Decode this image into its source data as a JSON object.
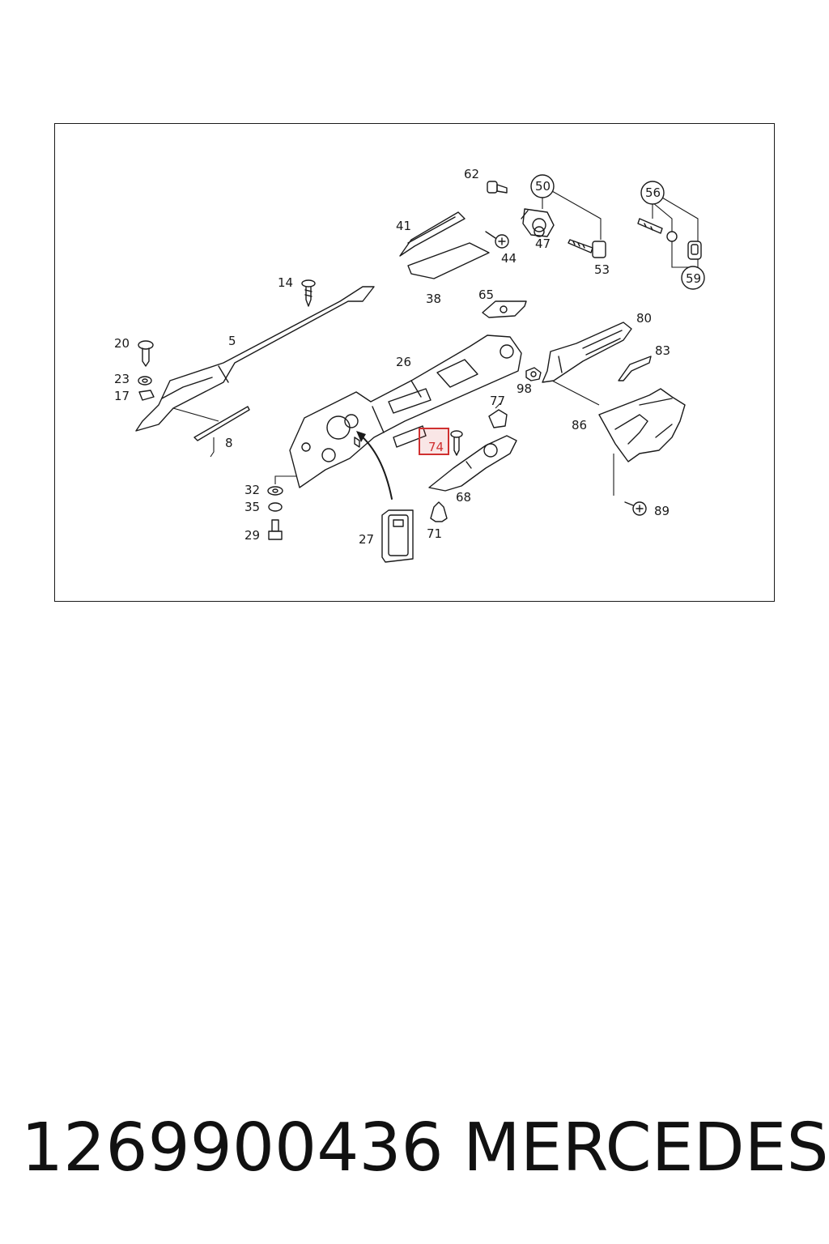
{
  "callouts": {
    "c62": "62",
    "c50": "50",
    "c56": "56",
    "c41": "41",
    "c44": "44",
    "c47": "47",
    "c53": "53",
    "c59": "59",
    "c14": "14",
    "c38": "38",
    "c65": "65",
    "c80": "80",
    "c5": "5",
    "c20": "20",
    "c26": "26",
    "c83": "83",
    "c23": "23",
    "c17": "17",
    "c98": "98",
    "c77": "77",
    "c86": "86",
    "c8": "8",
    "c74": "74",
    "c32": "32",
    "c35": "35",
    "c68": "68",
    "c89": "89",
    "c29": "29",
    "c27": "27",
    "c71": "71"
  },
  "highlight_color": "#d03030",
  "footer": {
    "part_number": "1269900436",
    "brand": "MERCEDES"
  }
}
